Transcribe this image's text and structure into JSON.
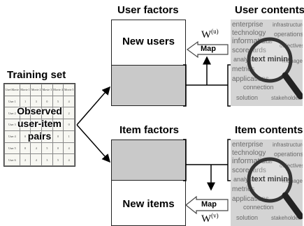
{
  "headings": {
    "user_factors": "User factors",
    "user_contents": "User contents",
    "training_set": "Training set",
    "item_factors": "Item factors",
    "item_contents": "Item contents"
  },
  "boxes": {
    "new_users": "New users",
    "new_items": "New items"
  },
  "map_label": "Map",
  "w_user": {
    "base": "W",
    "sup": "(u)"
  },
  "w_item": {
    "base": "W",
    "sup": "(v)"
  },
  "training_overlay": [
    "Observed",
    "user-item",
    "pairs"
  ],
  "table": {
    "header": [
      "User\\Movie",
      "Movie 1",
      "Movie 2",
      "Movie 3",
      "Movie 4",
      "Movie 5"
    ],
    "rows": [
      [
        "User 1",
        "1",
        "3",
        "0",
        "5",
        "4"
      ],
      [
        "User 2",
        "0",
        "2",
        "0",
        "0",
        "2"
      ],
      [
        "User 3",
        "5",
        "0",
        "4",
        "0",
        "0"
      ],
      [
        "User 4",
        "0",
        "5",
        "0",
        "0",
        "1"
      ],
      [
        "User 5",
        "0",
        "4",
        "5",
        "0",
        "4"
      ],
      [
        "User 6",
        "2",
        "4",
        "3",
        "5",
        "4"
      ]
    ]
  },
  "cloud_words": {
    "user": [
      "enterprise",
      "technology",
      "information",
      "scorecards",
      "analysis",
      "metrics",
      "applications",
      "text mining",
      "infrastructure",
      "operations",
      "objectives",
      "manage",
      "connection",
      "solution",
      "stakeholder",
      "cards"
    ],
    "item": [
      "enterprise",
      "technology",
      "information",
      "scorecards",
      "analysis",
      "metrics",
      "applications",
      "text mining",
      "infrastructure",
      "operations",
      "objectives",
      "manage",
      "connection",
      "solution",
      "stakeholder",
      "cards"
    ]
  }
}
